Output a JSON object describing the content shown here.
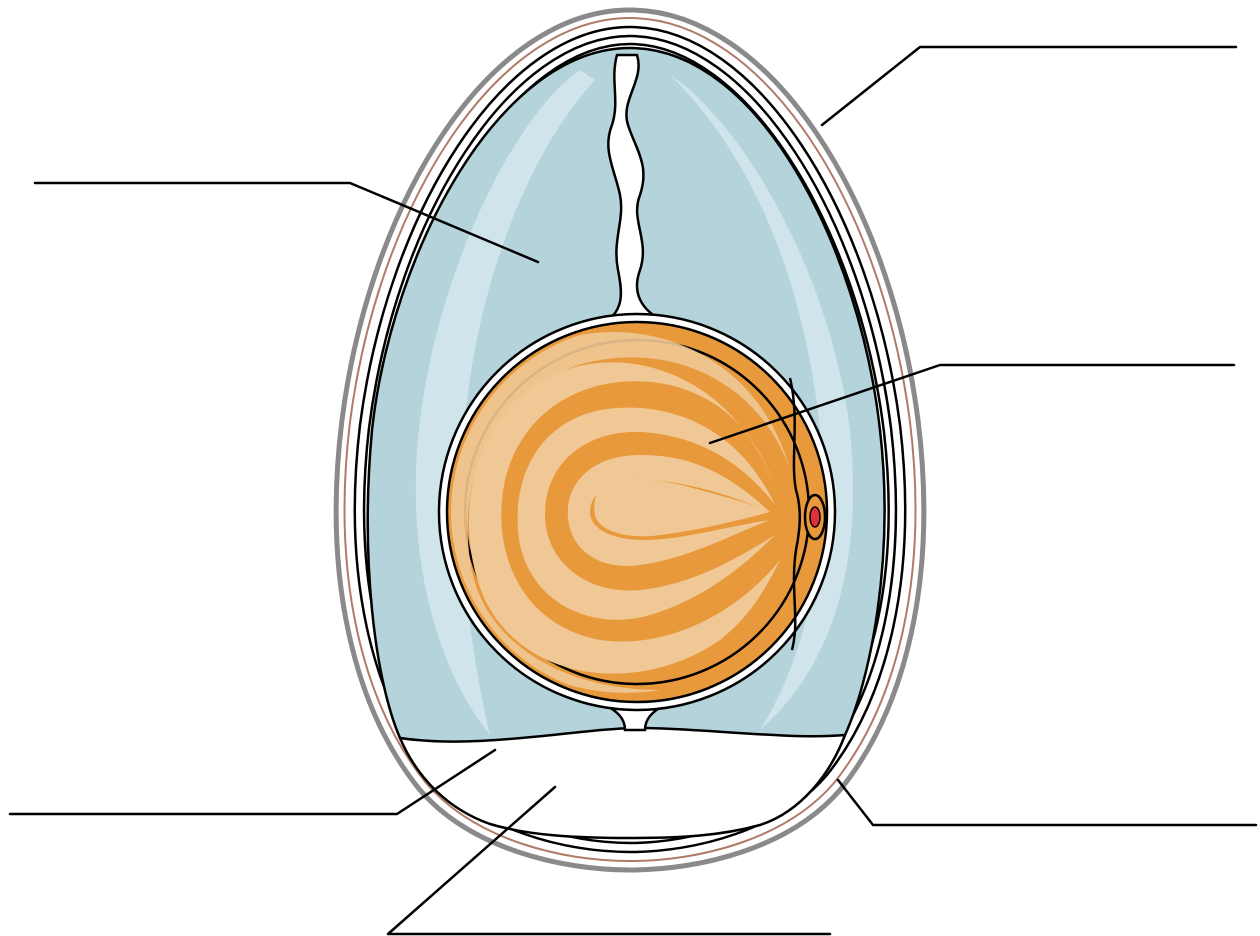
{
  "diagram": {
    "title": "",
    "labels": [
      {
        "id": "shell",
        "text": ""
      },
      {
        "id": "albumen",
        "text": ""
      },
      {
        "id": "yolk",
        "text": ""
      },
      {
        "id": "shell-membrane",
        "text": ""
      },
      {
        "id": "air-cell",
        "text": ""
      },
      {
        "id": "outer-membrane",
        "text": ""
      }
    ],
    "colors": {
      "albumen": "#b4d3da",
      "albumen_highlight": "#d4e8ed",
      "yolk_dark": "#e8993c",
      "yolk_light": "#f0c895",
      "shell_outline": "#8a8a8a",
      "shell_inner_line": "#b07a68",
      "germinal_disc": "#e0303a",
      "leader_lines": "#000000"
    }
  }
}
